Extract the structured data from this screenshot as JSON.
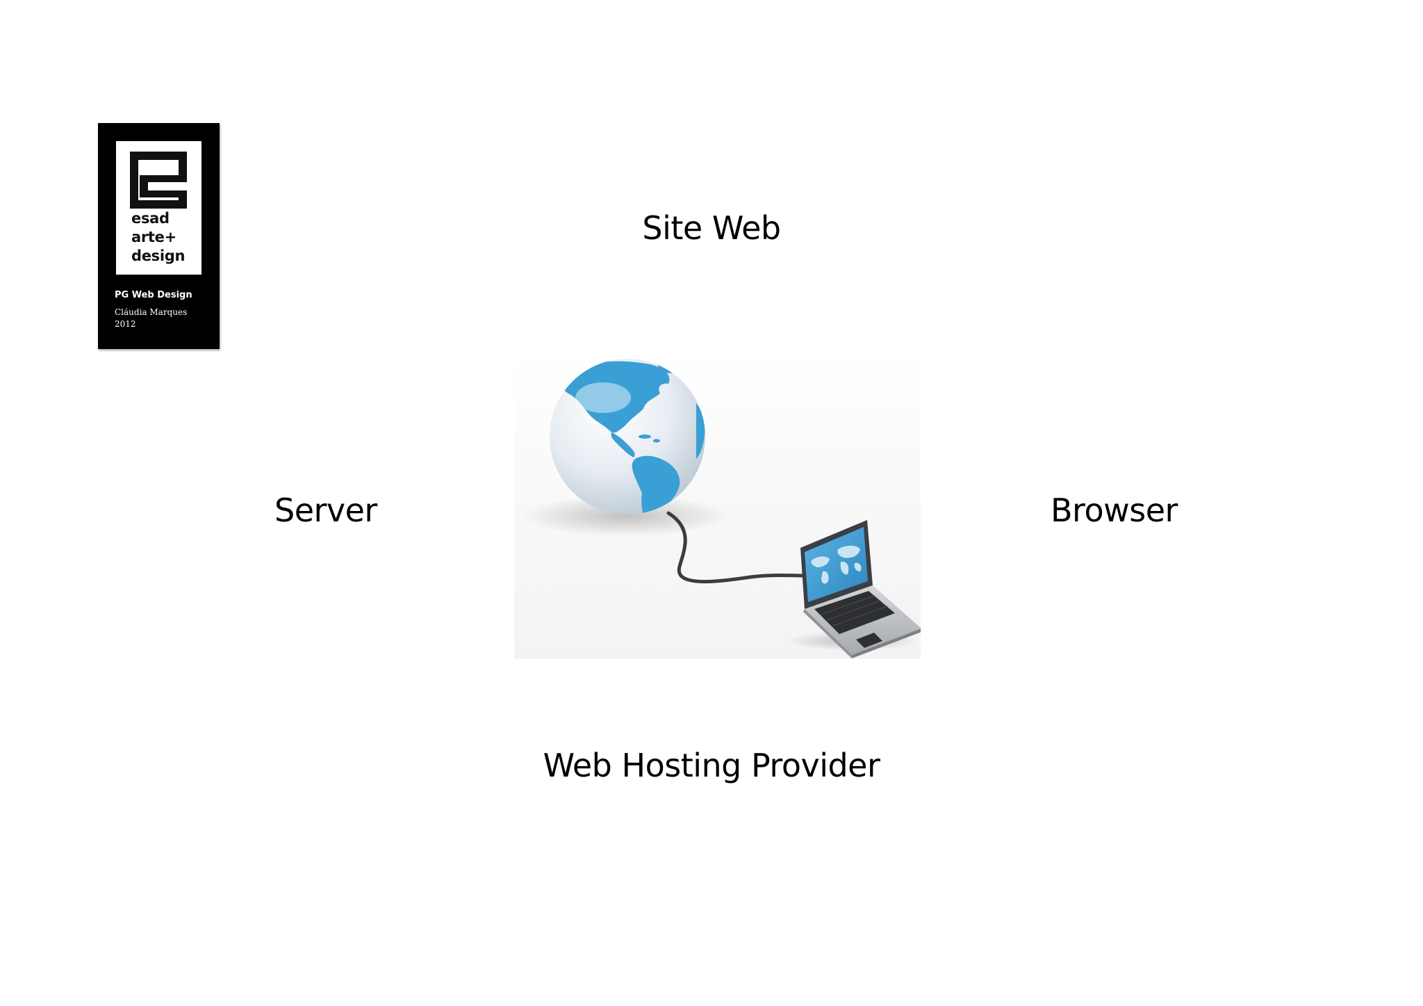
{
  "logo": {
    "brand_lines": [
      "esad",
      "arte+",
      "design"
    ],
    "course": "PG Web Design",
    "author": "Cláudia Marques",
    "year": "2012"
  },
  "diagram": {
    "top_label": "Site Web",
    "left_label": "Server",
    "right_label": "Browser",
    "bottom_label": "Web Hosting Provider",
    "illustration": {
      "objects": [
        "globe-icon",
        "cable",
        "laptop-icon"
      ],
      "accent_color": "#3a9fd4",
      "globe_color": "#e9eef3"
    }
  }
}
